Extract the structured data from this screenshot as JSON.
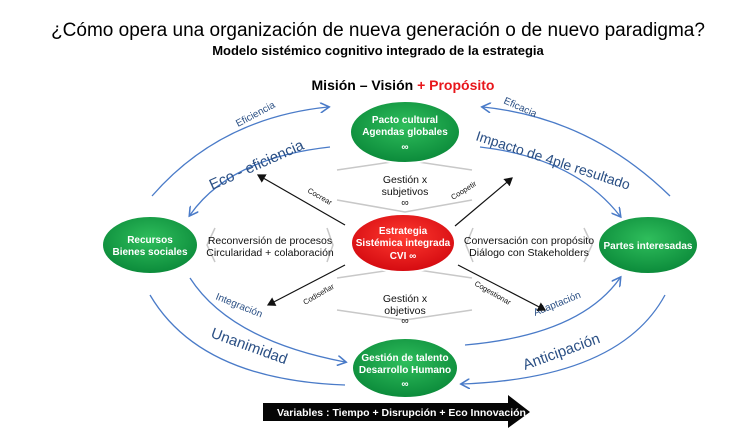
{
  "title": "¿Cómo opera una organización de nueva generación o de nuevo paradigma?",
  "subtitle": "Modelo sistémico cognitivo integrado de la estrategia",
  "mission": {
    "part1": "Misión – Visión",
    "part2": "+ Propósito"
  },
  "nodes": {
    "top": {
      "line1": "Pacto cultural",
      "line2": "Agendas globales",
      "symbol": "∞"
    },
    "left": {
      "line1": "Recursos",
      "line2": "Bienes sociales"
    },
    "right": {
      "line1": "Partes interesadas"
    },
    "center": {
      "line1": "Estrategia",
      "line2": "Sistémica integrada",
      "line3": "CVI ∞"
    },
    "bottom": {
      "line1": "Gestión de talento",
      "line2": "Desarrollo Humano",
      "symbol": "∞"
    }
  },
  "panels": {
    "top": {
      "line1": "Gestión x",
      "line2": "subjetivos",
      "symbol": "∞"
    },
    "bottom": {
      "line1": "Gestión x",
      "line2": "objetivos",
      "symbol": "∞"
    },
    "left": {
      "line1": "Reconversión de procesos",
      "line2": "Circularidad + colaboración"
    },
    "right": {
      "line1": "Conversación con propósito",
      "line2": "Diálogo con Stakeholders"
    }
  },
  "diagonals": {
    "nw": "Cocrear",
    "ne": "Coopetir",
    "sw": "Codiseñar",
    "se": "Cogestionar"
  },
  "arcs": {
    "tl_small": "Eficiencia",
    "tl_big": "Eco - eficiencia",
    "tr_small": "Eficacia",
    "tr_big": "Impacto de 4ple resultado",
    "bl_small": "Integración",
    "bl_big": "Unanimidad",
    "br_small": "Adaptación",
    "br_big": "Anticipación"
  },
  "variables": "Variables :  Tiempo + Disrupción + Eco Innovación",
  "colors": {
    "green": "#12a046",
    "red": "#e8161b",
    "blue": "#4a7bc8",
    "accent": "#e8161b"
  }
}
